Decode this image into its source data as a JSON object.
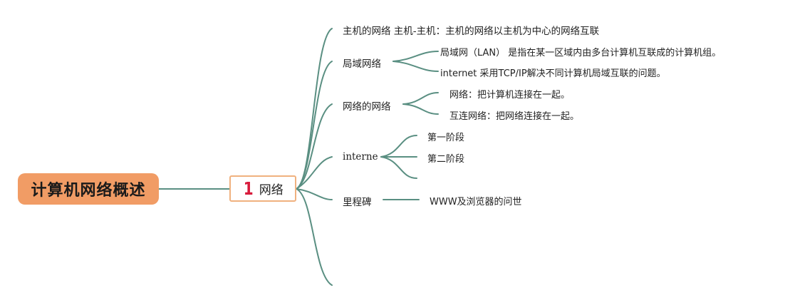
{
  "root": {
    "title": "计算机网络概述"
  },
  "topic": {
    "number": "1",
    "label": "网络"
  },
  "branches": [
    {
      "label": "主机的网络 主机-主机：主机的网络以主机为中心的网络互联",
      "children": []
    },
    {
      "label": "局域网络",
      "children": [
        "局域网（LAN） 是指在某一区域内由多台计算机互联成的计算机组。",
        "internet 采用TCP/IP解决不同计算机局域互联的问题。"
      ]
    },
    {
      "label": "网络的网络",
      "children": [
        "网络：把计算机连接在一起。",
        "互连网络：把网络连接在一起。"
      ]
    },
    {
      "label": "interne",
      "children": [
        "第一阶段",
        "第二阶段",
        ""
      ]
    },
    {
      "label": "里程碑",
      "children": [
        "WWW及浏览器的问世"
      ]
    }
  ],
  "colors": {
    "connector": "#5a8f82",
    "root_fill": "#f19c65",
    "topic_border": "#f0b17f",
    "topic_number": "#d81b3c"
  }
}
